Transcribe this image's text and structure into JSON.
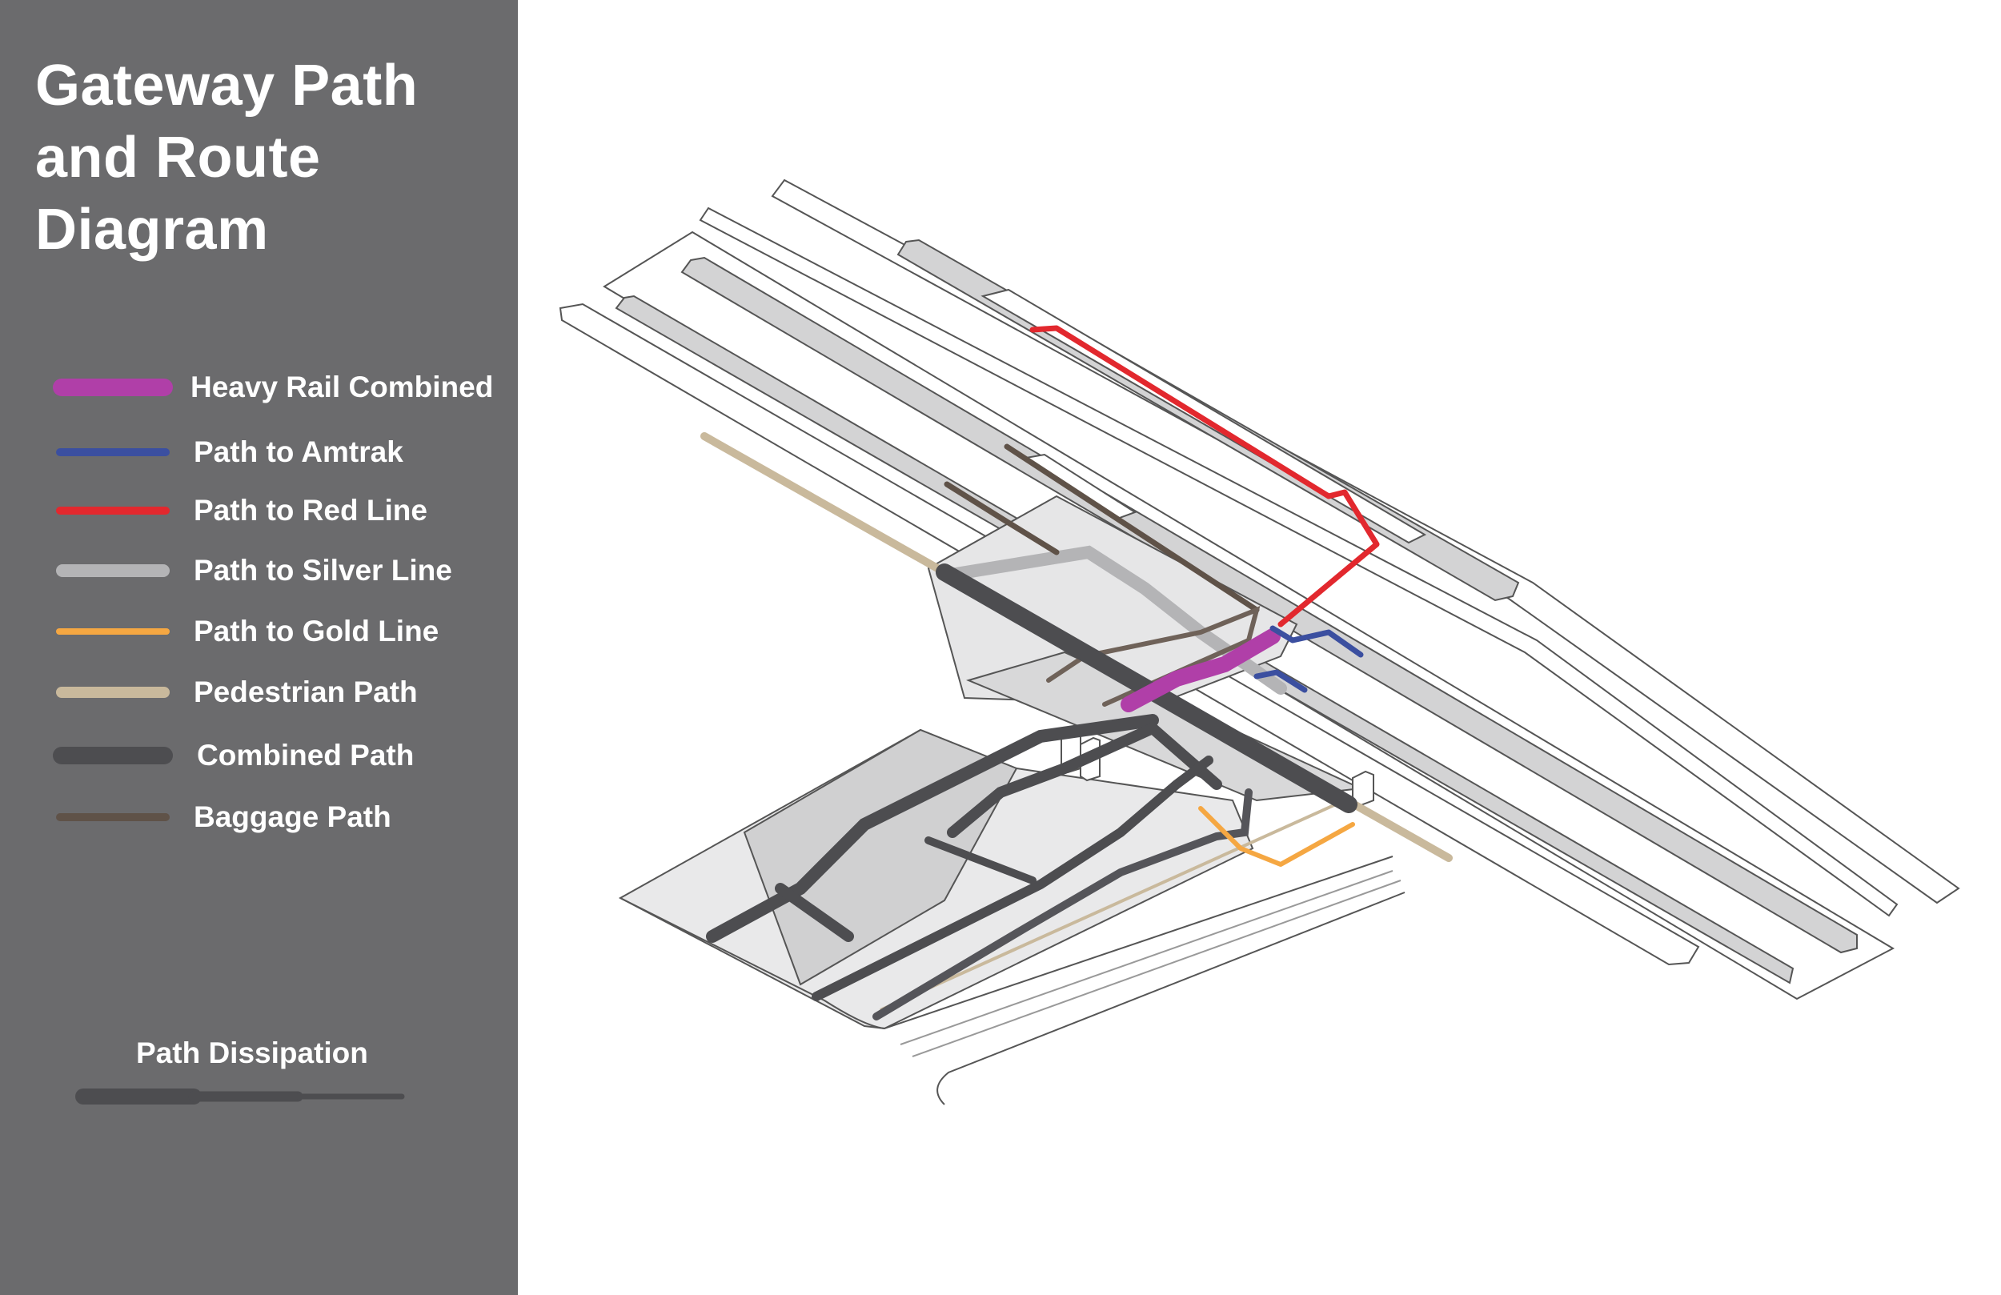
{
  "title": "Gateway Path and Route Diagram",
  "legend": {
    "items": [
      {
        "label": "Heavy Rail Combined",
        "color": "#b03fa8"
      },
      {
        "label": "Path to Amtrak",
        "color": "#3b4fa0"
      },
      {
        "label": "Path to Red Line",
        "color": "#e2282e"
      },
      {
        "label": "Path to Silver Line",
        "color": "#b4b4b6"
      },
      {
        "label": "Path to Gold Line",
        "color": "#f5a742"
      },
      {
        "label": "Pedestrian Path",
        "color": "#c9b99c"
      },
      {
        "label": "Combined Path",
        "color": "#4d4d50"
      },
      {
        "label": "Baggage Path",
        "color": "#5f5248"
      }
    ]
  },
  "dissipation": {
    "label": "Path Dissipation",
    "color": "#4d4d50"
  },
  "colors": {
    "sidebar_bg": "#6b6b6d",
    "platform_fill": "#d3d3d4",
    "outline": "#555555"
  }
}
